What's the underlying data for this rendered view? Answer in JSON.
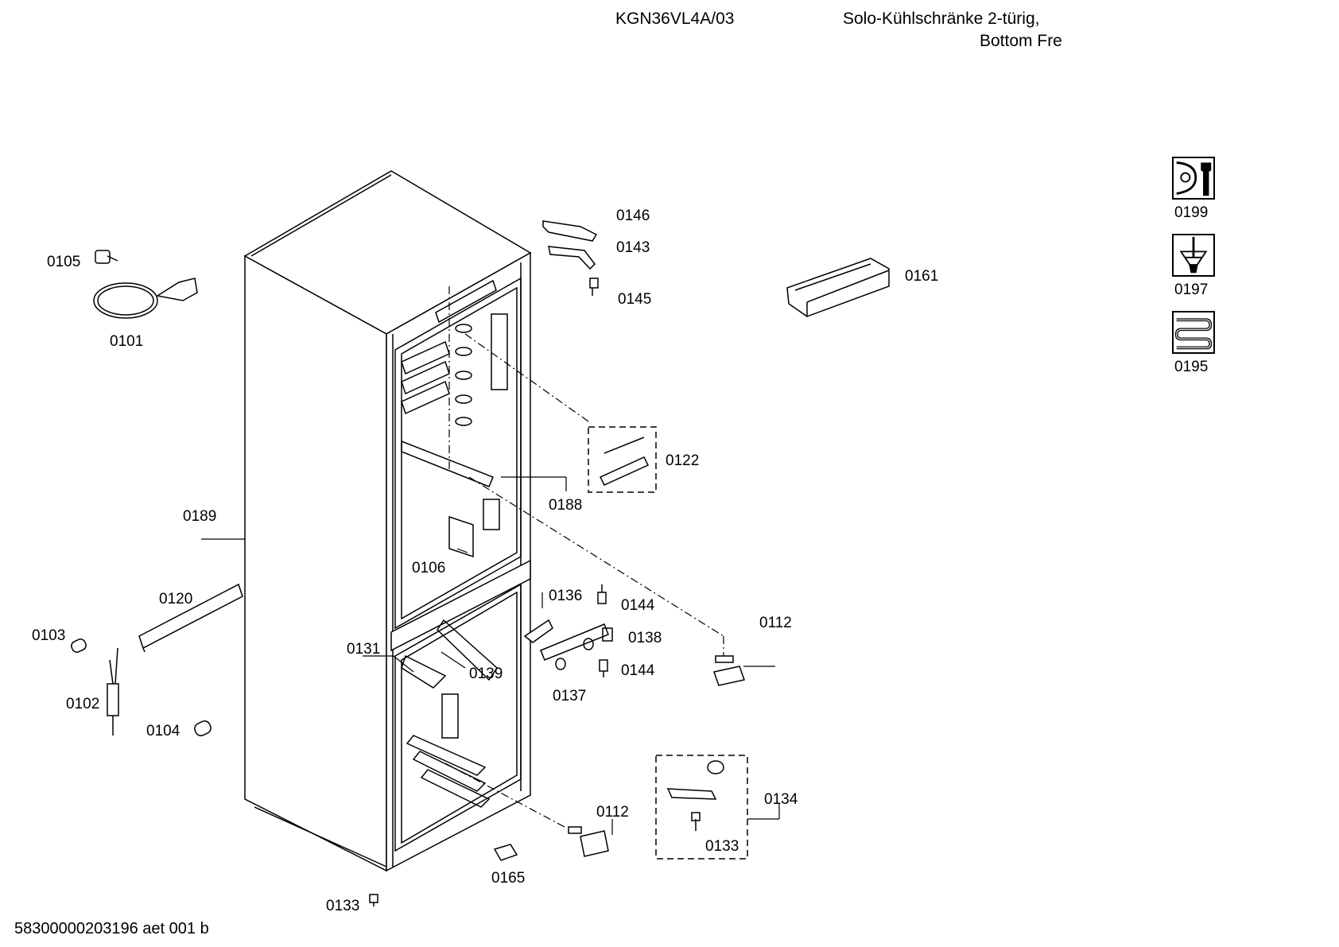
{
  "header": {
    "model": "KGN36VL4A/03",
    "title_line1": "Solo-Kühlschränke 2-türig,",
    "title_line2": "Bottom Fre"
  },
  "footer": {
    "code": "58300000203196 aet 001 b"
  },
  "labels": {
    "p0146": "0146",
    "p0143": "0143",
    "p0145": "0145",
    "p0161": "0161",
    "p0105": "0105",
    "p0101": "0101",
    "p0122": "0122",
    "p0188": "0188",
    "p0189": "0189",
    "p0106": "0106",
    "p0120": "0120",
    "p0136": "0136",
    "p0144a": "0144",
    "p0138": "0138",
    "p0112a": "0112",
    "p0103": "0103",
    "p0131": "0131",
    "p0139": "0139",
    "p0144b": "0144",
    "p0137": "0137",
    "p0102": "0102",
    "p0104": "0104",
    "p0134": "0134",
    "p0112b": "0112",
    "p0133a": "0133",
    "p0165": "0165",
    "p0133b": "0133"
  },
  "service_icons": [
    {
      "label": "0199",
      "icon": "wrench-icon"
    },
    {
      "label": "0197",
      "icon": "screwdriver-icon"
    },
    {
      "label": "0195",
      "icon": "heater-coil-icon"
    }
  ]
}
